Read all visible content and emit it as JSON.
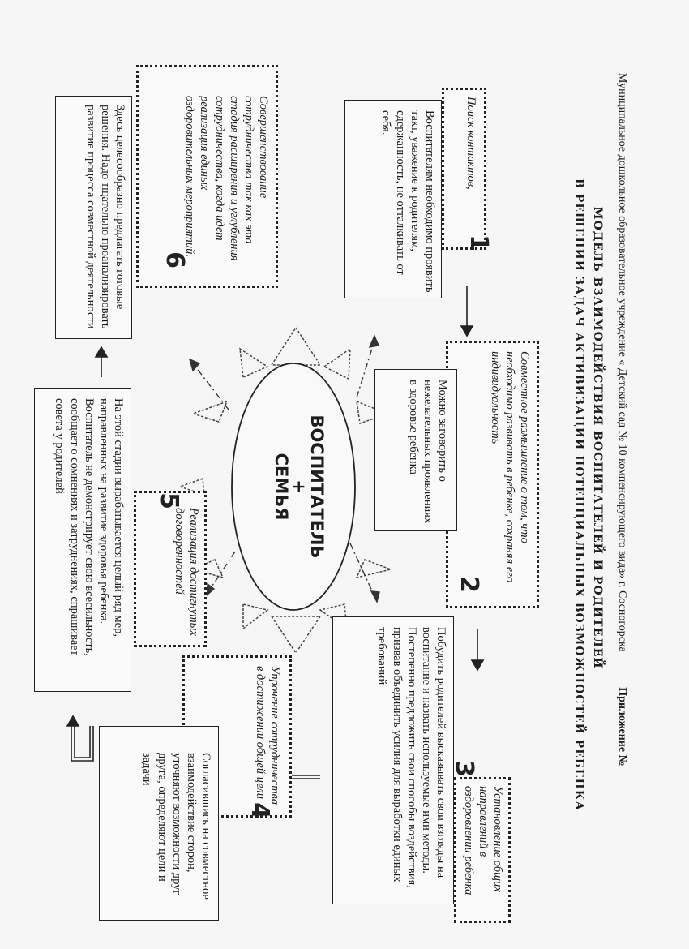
{
  "header": {
    "institution": "Муниципальное дошкольное образовательное учреждение « Детский сад № 10 компенсирующего вида» г. Сосногорска",
    "appendix": "Приложение №"
  },
  "title": {
    "line1": "МОДЕЛЬ ВЗАИМОДЕЙСТВИЯ ВОСПИТАТЕЛЕЙ И РОДИТЕЛЕЙ",
    "line2": "В РЕШЕНИИ ЗАДАЧ АКТИВИЗАЦИИ ПОТЕНЦИАЛЬНЫХ ВОЗМОЖНОСТЕЙ РЕБЕНКА"
  },
  "center": {
    "line1": "ВОСПИТАТЕЛЬ",
    "line2": "+",
    "line3": "СЕМЬЯ"
  },
  "stages": [
    {
      "number": "1",
      "stage": "Поиск контактов,",
      "desc": "Воспитателям необходимо проявить такт, уважение к родителям, сдержанность, не отталкивать от себя."
    },
    {
      "number": "2",
      "stage": "Совместное размышление о том, что необходимо развивать в ребенке, сохраняя его индивидуальность",
      "desc": "Можно заговорить о нежелательных проявлениях в здоровье ребенка"
    },
    {
      "number": "3",
      "stage": "Установление общих направлений в оздоровлении ребенка",
      "desc": "Побудить родителей высказывать свои взгляды на воспитание и назвать используемые ими методы. Постепенно предложить свои способы воздействия, призвав объединить усилия для выработки единых требований"
    },
    {
      "number": "4",
      "stage": "Упрочение сотрудничества в достижении общей цели",
      "desc": "Согласившись на совместное взаимодействие сторон, уточняют возможности друг друга, определяют цели и задачи"
    },
    {
      "number": "5",
      "stage": "Реализация достигнутых договоренностей",
      "desc": "На этой стадии вырабатывается целый ряд мер, направленных на развитие здоровья ребенка. Воспитатель не демонстрирует свою всесильность, сообщает о сомнениях и затруднениях, спрашивает совета у родителей"
    },
    {
      "number": "6",
      "stage": "Совершенствование сотрудничества так как эта стадия расширения и углубления сотрудничества, когда идет реализация единых оздоровительных мероприятий.",
      "desc": "Здесь целесообразно предлагать готовые решения. Надо тщательно проанализировать развитие процесса совместной деятельности"
    }
  ]
}
